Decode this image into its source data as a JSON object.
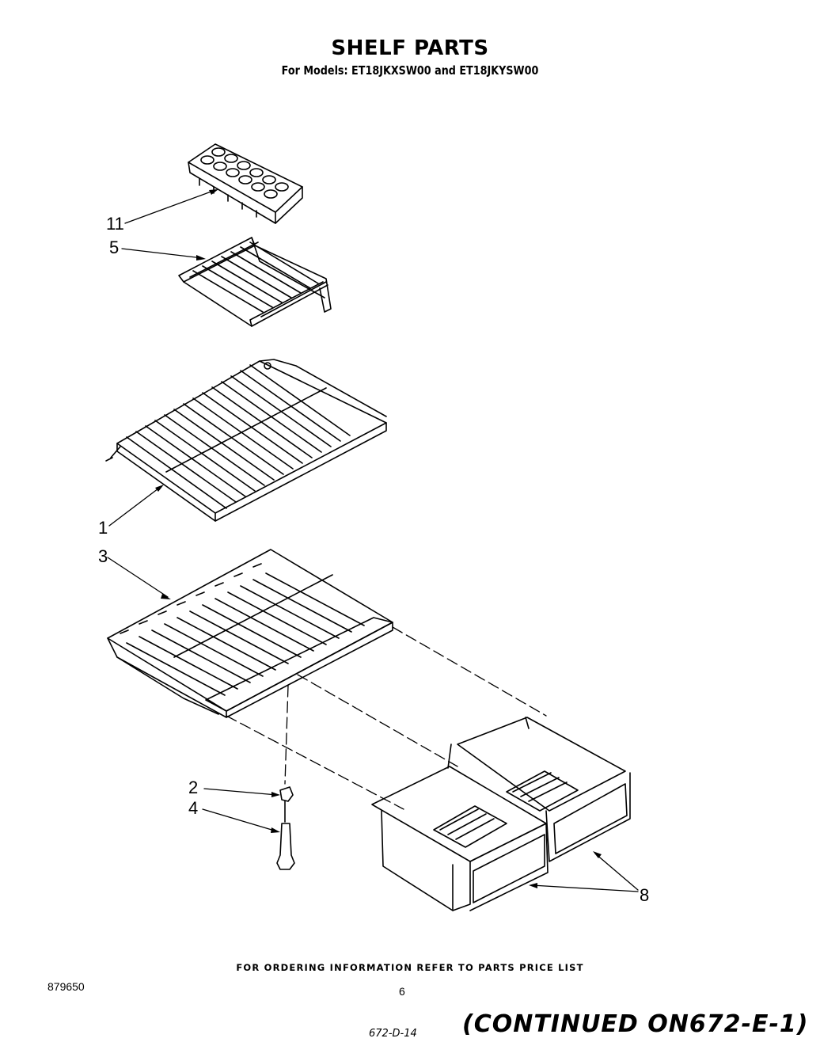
{
  "header": {
    "title": "SHELF PARTS",
    "subtitle": "For Models: ET18JKXSW00 and ET18JKYSW00"
  },
  "callouts": [
    {
      "id": "11",
      "label": "11"
    },
    {
      "id": "5",
      "label": "5"
    },
    {
      "id": "1",
      "label": "1"
    },
    {
      "id": "3",
      "label": "3"
    },
    {
      "id": "2",
      "label": "2"
    },
    {
      "id": "4",
      "label": "4"
    },
    {
      "id": "8",
      "label": "8"
    }
  ],
  "footer": {
    "ordering_note": "FOR ORDERING INFORMATION REFER TO PARTS PRICE LIST",
    "doc_number": "879650",
    "page_number": "6",
    "handwritten_ref": "672-D-14",
    "continued": "(CONTINUED ON672-E-1)"
  }
}
